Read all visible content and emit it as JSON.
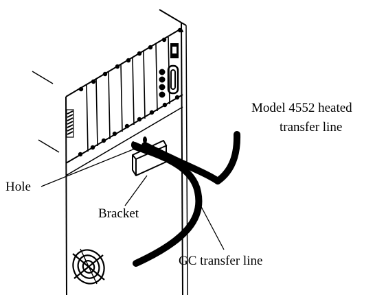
{
  "callouts": {
    "transfer_line_line1": "Model 4552 heated",
    "transfer_line_line2": "transfer line",
    "hole": "Hole",
    "bracket": "Bracket",
    "gc_transfer_line": "GC transfer line"
  },
  "colors": {
    "ink": "#000000",
    "paper": "#ffffff"
  }
}
